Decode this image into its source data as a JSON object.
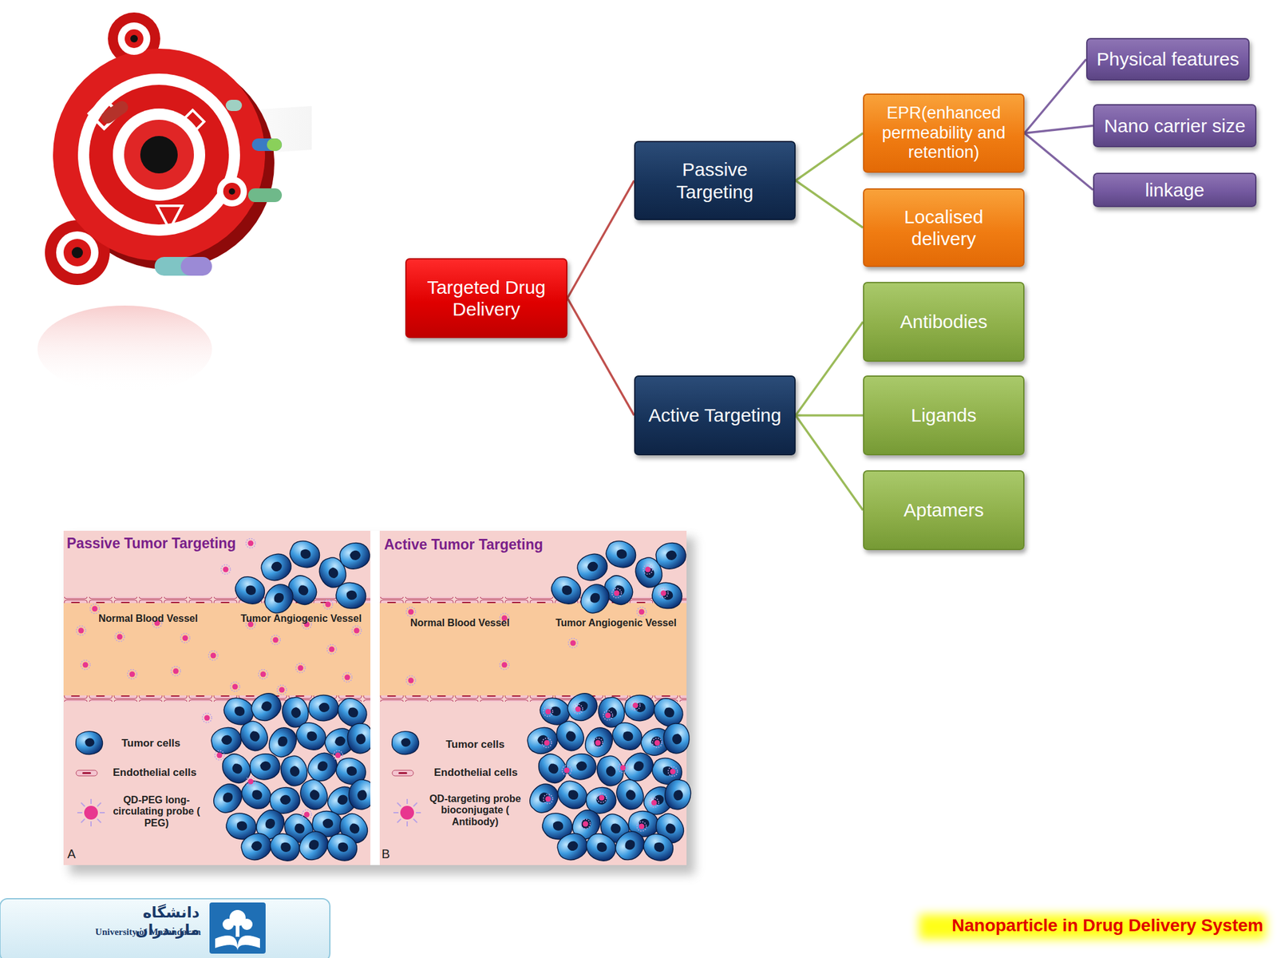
{
  "diagram": {
    "nodes": [
      {
        "text": [
          "Targeted Drug Delivery"
        ]
      },
      {
        "text": [
          "Passive Targeting"
        ]
      },
      {
        "text": [
          "EPR(enhanced permeability and retention)"
        ]
      },
      {
        "text": [
          "Physical features"
        ]
      },
      {
        "text": [
          "Nano carrier size"
        ]
      },
      {
        "text": [
          "linkage"
        ]
      },
      {
        "text": [
          "Localised delivery"
        ]
      },
      {
        "text": [
          "Active Targeting"
        ]
      },
      {
        "text": [
          "Antibodies"
        ]
      },
      {
        "text": [
          "Ligands"
        ]
      },
      {
        "text": [
          "Aptamers"
        ]
      }
    ],
    "edges": [
      {
        "from": 0,
        "to": 1,
        "arrow": "none"
      },
      {
        "from": 0,
        "to": 7,
        "arrow": "none"
      },
      {
        "from": 1,
        "to": 2,
        "arrow": "none"
      },
      {
        "from": 1,
        "to": 6,
        "arrow": "none"
      },
      {
        "from": 2,
        "to": 3,
        "arrow": "none"
      },
      {
        "from": 2,
        "to": 4,
        "arrow": "none"
      },
      {
        "from": 2,
        "to": 5,
        "arrow": "none"
      },
      {
        "from": 7,
        "to": 8,
        "arrow": "none"
      },
      {
        "from": 7,
        "to": 9,
        "arrow": "none"
      },
      {
        "from": 7,
        "to": 10,
        "arrow": "none"
      }
    ],
    "labels": [
      "Passive Tumor Targeting",
      "Normal Blood Vessel",
      "Tumor Angiogenic Vessel",
      "A",
      "Active Tumor Targeting",
      "Normal Blood Vessel",
      "Tumor Angiogenic Vessel",
      "B",
      "دانشگاه مازندران",
      "University of Mazandaran",
      "Nanoparticle in Drug Delivery System"
    ],
    "legend": [
      {
        "text": "Tumor cells"
      },
      {
        "text": "Endothelial cells"
      },
      {
        "text": "QD-PEG long-circulating probe ( PEG)"
      },
      {
        "text": "Tumor cells"
      },
      {
        "text": "Endothelial cells"
      },
      {
        "text": "QD-targeting probe bioconjugate ( Antibody)"
      }
    ]
  }
}
